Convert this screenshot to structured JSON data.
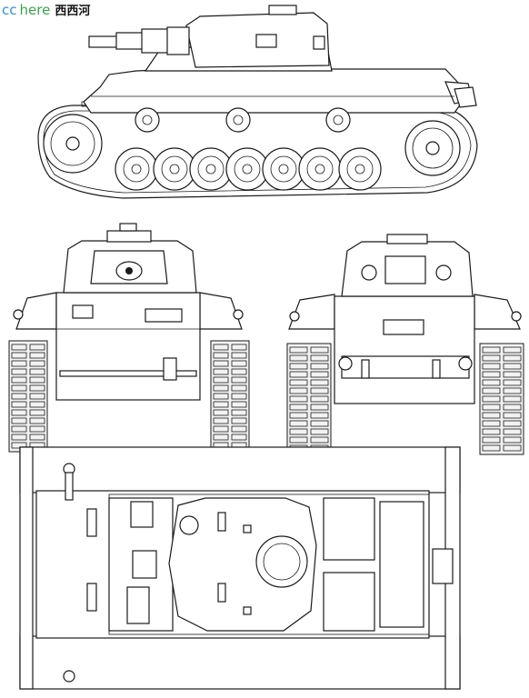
{
  "watermark": {
    "cc": "cc",
    "here": "here",
    "cn": "西西河",
    "cc_color": "#2f8fd8",
    "here_color": "#3aa64a"
  },
  "views": {
    "side": "side-view",
    "front": "front-view",
    "rear": "rear-view",
    "top": "top-view"
  }
}
